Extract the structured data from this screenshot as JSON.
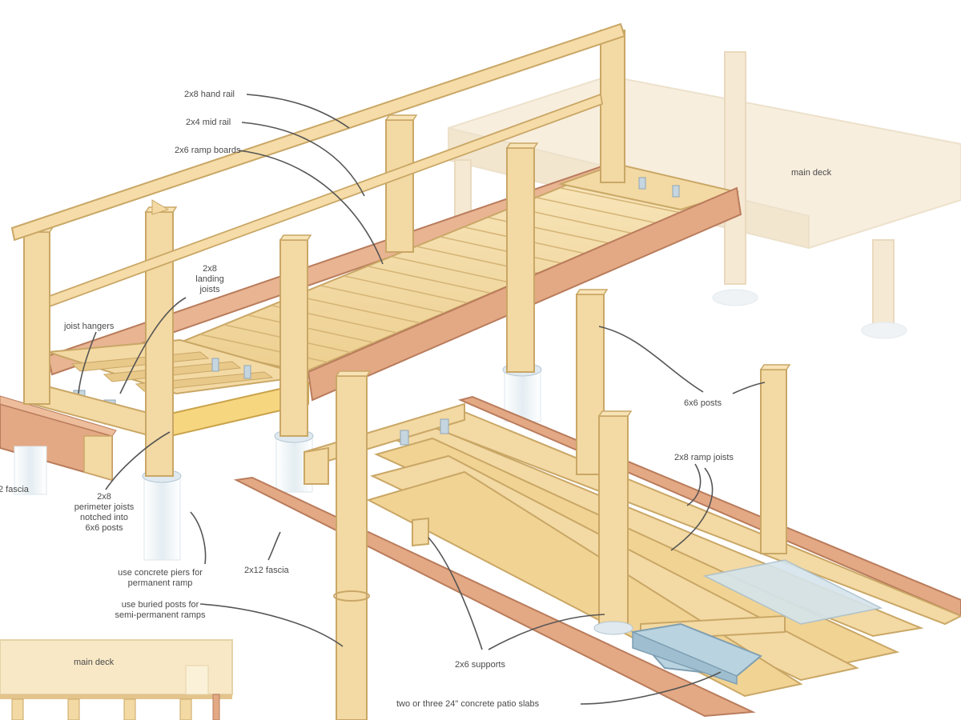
{
  "labels": {
    "hand_rail": "2x8 hand rail",
    "mid_rail": "2x4 mid rail",
    "ramp_boards": "2x6 ramp boards",
    "landing_joists": [
      "2x8",
      "landing",
      "joists"
    ],
    "joist_hangers": "joist hangers",
    "fascia_left": "2 fascia",
    "perimeter_joists": [
      "2x8",
      "perimeter joists",
      "notched into",
      "6x6 posts"
    ],
    "concrete_piers": [
      "use concrete piers for",
      "permanent ramp"
    ],
    "buried_posts": [
      "use buried posts for",
      "semi-permanent ramps"
    ],
    "main_deck_top": "main deck",
    "main_deck_bottom": "main deck",
    "posts_6x6": "6x6 posts",
    "ramp_joists": "2x8 ramp joists",
    "fascia_2x12": "2x12 fascia",
    "supports_2x6": "2x6 supports",
    "patio_slabs": "two or three 24\" concrete patio slabs"
  },
  "colors": {
    "lumber": "#f3d9a3",
    "lumber_edge": "#c9a766",
    "fascia": "#e0a583",
    "fascia_edge": "#b97c5c",
    "ghost_deck": "#f6ead6",
    "concrete": "#e6eef3",
    "slab": "#b9d3e0",
    "leader": "#555555",
    "text": "#4a4a4a"
  }
}
